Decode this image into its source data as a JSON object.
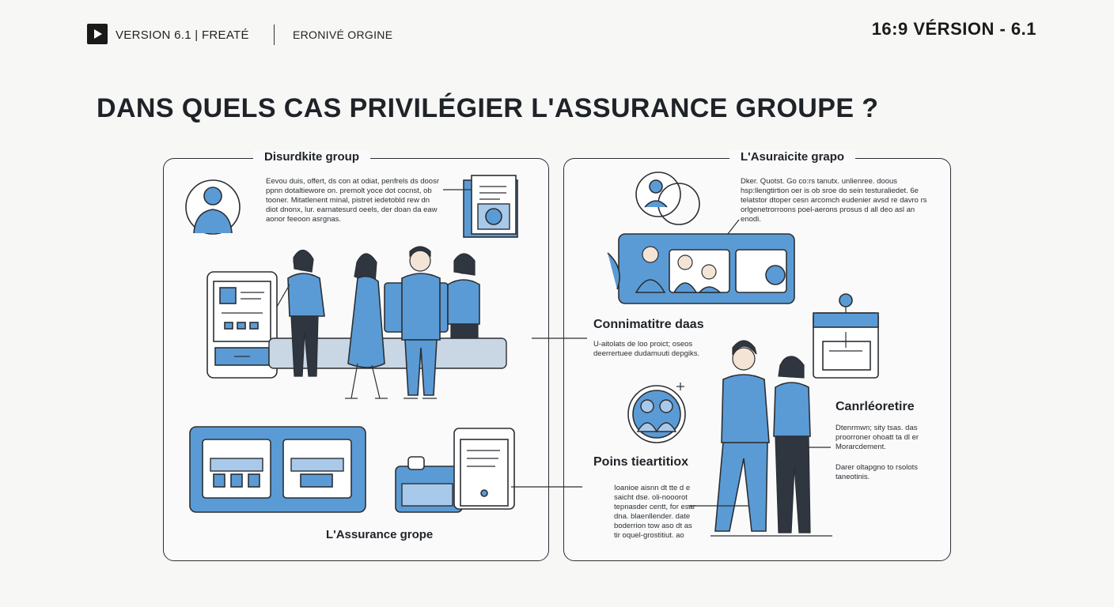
{
  "header": {
    "left_label": "VERSION 6.1 | FREATÉ",
    "left_label_2": "ERONIVÉ ORGINE",
    "right_label": "16:9 VÉRSION - 6.1"
  },
  "title": "DANS QUELS CAS PRIVILÉGIER L'ASSURANCE GROUPE ?",
  "left_panel": {
    "title": "Disurdkite group",
    "intro_text": [
      "Eevou duis, offert, ds con at odiat, penfrels ds doosr",
      "ppnn dotaltiewore on. premolt yoce dot cocnst, ob",
      "tooner. Mitatlenent minal, pistret iedetobld rew dn",
      "diot dnonx, lur. earnatesurd oeels, der doan da eaw",
      "aonor feeoon asrgnas."
    ],
    "footer_label": "L'Assurance grope",
    "icons": {
      "person": "user-avatar-icon",
      "document": "document-icon",
      "tablet": "tablet-icon",
      "laptop": "laptop-icon"
    }
  },
  "right_panel": {
    "title": "L'Asuraicite grapo",
    "intro_text": [
      "Dker. Quotst. Go co:rs tanutx. unlienree. doous",
      "hsp:llengtirtion oer is ob sroe do sein testuraliedet. 6e",
      "telatstor dtoper cesn arcomch eudenier avsd re davro rs",
      "orlgenetrorroons poel-aerons prosus d all deo asl an",
      "enodi."
    ],
    "section_1": {
      "title": "Connimatitre daas",
      "text": [
        "U-aitolats de loo proict; oseos",
        "deerrertuee dudamuuti depgiks."
      ]
    },
    "section_2": {
      "title": "Poins tieartitiox",
      "text": [
        "Ioanioe aisnn dt tte d e",
        "saicht dse. oli-nooorot",
        "tepnasder centt, for esar",
        "dna. blaenllender. date",
        "boderrion tow aso dt as",
        "tir oquel-grostitiut.   ao"
      ]
    },
    "section_3": {
      "title": "Canrléoretire",
      "text": [
        "Dtenrmwn; sity tsas. das",
        "proorroner ohoatt ta dl er",
        "Morarcdement."
      ],
      "text_2": [
        "Darer oltapgno to rsolots",
        "taneotinis."
      ]
    },
    "icons": {
      "chat": "chat-bubble-icon",
      "video": "video-call-icon",
      "clipboard": "clipboard-icon",
      "group": "group-circle-icon"
    }
  },
  "colors": {
    "accent": "#5b9bd5",
    "accent_light": "#a9c9ea",
    "dark": "#1f2328"
  }
}
